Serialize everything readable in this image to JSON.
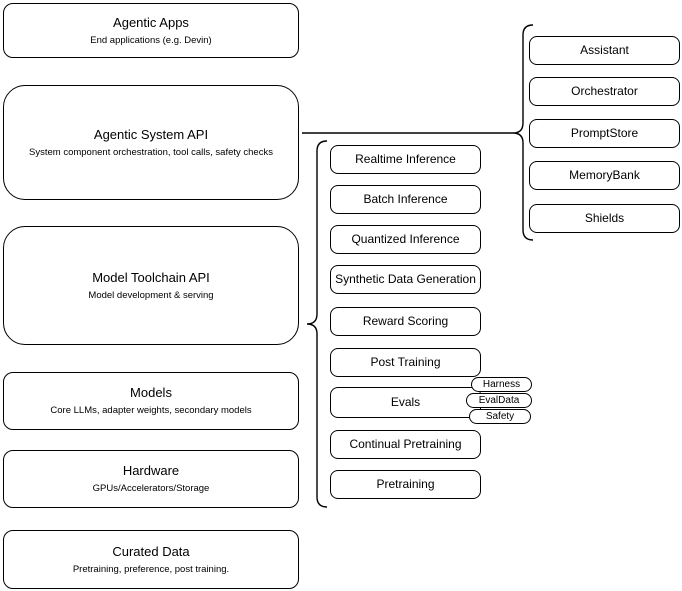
{
  "diagram": {
    "title": "Agentic system stack diagram",
    "colors": {
      "stroke": "#000000",
      "fill": "#ffffff",
      "background": "#ffffff"
    },
    "left_stack": [
      {
        "title": "Agentic Apps",
        "subtitle": "End applications (e.g. Devin)"
      },
      {
        "title": "Agentic System API",
        "subtitle": "System component orchestration, tool calls, safety checks"
      },
      {
        "title": "Model Toolchain API",
        "subtitle": "Model development & serving"
      },
      {
        "title": "Models",
        "subtitle": "Core LLMs, adapter weights, secondary models"
      },
      {
        "title": "Hardware",
        "subtitle": "GPUs/Accelerators/Storage"
      },
      {
        "title": "Curated Data",
        "subtitle": "Pretraining, preference, post training."
      }
    ],
    "toolchain_items": [
      "Realtime Inference",
      "Batch Inference",
      "Quantized Inference",
      "Synthetic Data Generation",
      "Reward Scoring",
      "Post Training",
      "Evals",
      "Continual Pretraining",
      "Pretraining"
    ],
    "eval_pills": [
      "Harness",
      "EvalData",
      "Safety"
    ],
    "system_components": [
      "Assistant",
      "Orchestrator",
      "PromptStore",
      "MemoryBank",
      "Shields"
    ]
  }
}
